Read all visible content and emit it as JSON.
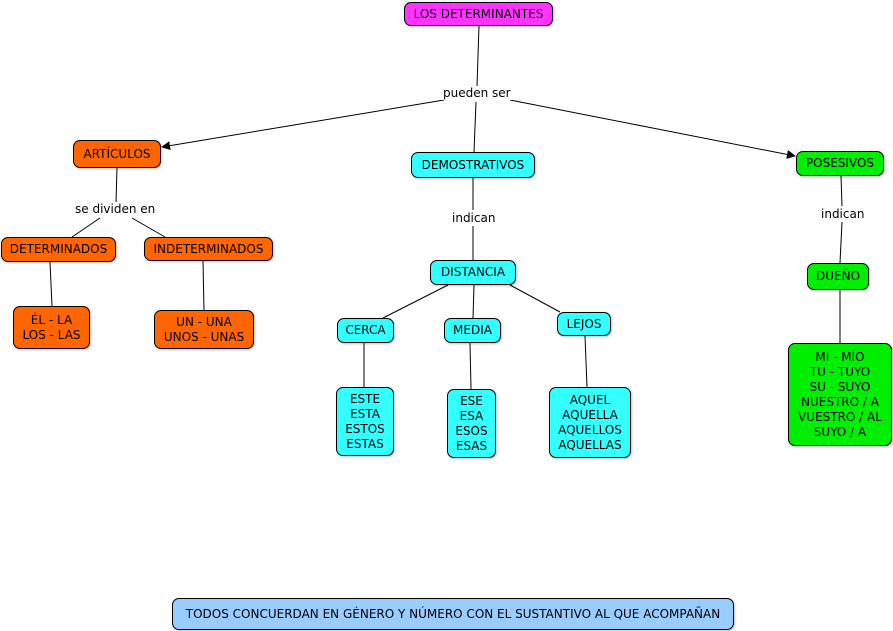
{
  "colors": {
    "root": "#ff33ff",
    "articulos": "#ff6600",
    "demostrativos": "#33ffff",
    "posesivos": "#00ee00",
    "footer": "#99ccff"
  },
  "nodes": {
    "root": "LOS DETERMINANTES",
    "articulos": "ARTÍCULOS",
    "demostrativos": "DEMOSTRATIVOS",
    "posesivos": "POSESIVOS",
    "determinados": "DETERMINADOS",
    "indeterminados": "INDETERMINADOS",
    "det_examples": "ÉL - LA\nLOS - LAS",
    "indet_examples": "UN - UNA\nUNOS - UNAS",
    "distancia": "DISTANCIA",
    "cerca": "CERCA",
    "media": "MEDIA",
    "lejos": "LEJOS",
    "cerca_examples": "ESTE\nESTA\nESTOS\nESTAS",
    "media_examples": "ESE\nESA\nESOS\nESAS",
    "lejos_examples": "AQUEL\nAQUELLA\nAQUELLOS\nAQUELLAS",
    "dueno": "DUEÑO",
    "posesivos_examples": "MI - MÍO\nTU - TUYO\nSU - SUYO\nNUESTRO / A\nVUESTRO / AL\nSUYO / A",
    "footer": "TODOS CONCUERDAN EN GÉNERO Y NÚMERO CON EL SUSTANTIVO AL QUE ACOMPAÑAN"
  },
  "links": {
    "pueden_ser": "pueden ser",
    "se_dividen_en": "se dividen en",
    "indican_demostrativos": "indican",
    "indican_posesivos": "indican"
  }
}
